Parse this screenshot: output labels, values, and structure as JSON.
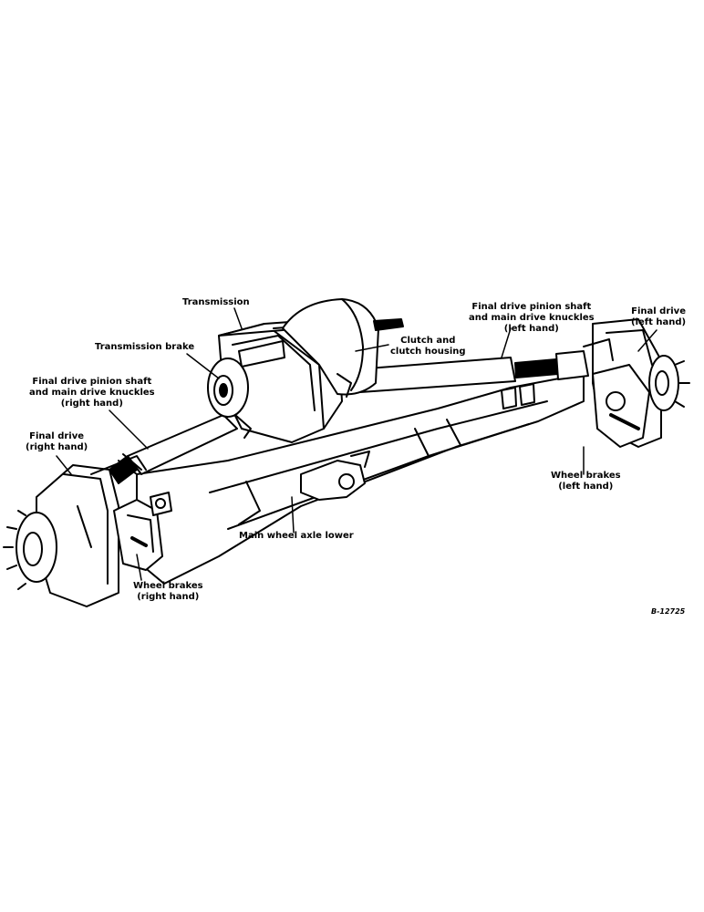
{
  "labels": {
    "transmission": [
      "Transmission"
    ],
    "transmission_brake": [
      "Transmission brake"
    ],
    "clutch": [
      "Clutch and",
      "clutch housing"
    ],
    "pinion_right": [
      "Final drive pinion shaft",
      "and main drive knuckles",
      "(right hand)"
    ],
    "pinion_left": [
      "Final drive pinion shaft",
      "and main drive knuckles",
      "(left hand)"
    ],
    "final_drive_left": [
      "Final drive",
      "(left hand)"
    ],
    "final_drive_right": [
      "Final drive",
      "(right hand)"
    ],
    "wheel_brakes_left": [
      "Wheel brakes",
      "(left hand)"
    ],
    "wheel_brakes_right": [
      "Wheel brakes",
      "(right hand)"
    ],
    "axle": [
      "Main wheel axle lower"
    ]
  },
  "figure_number": "B-12725",
  "colors": {
    "ink": "#000000",
    "paper": "#ffffff",
    "shade": "#3a3a3a"
  }
}
